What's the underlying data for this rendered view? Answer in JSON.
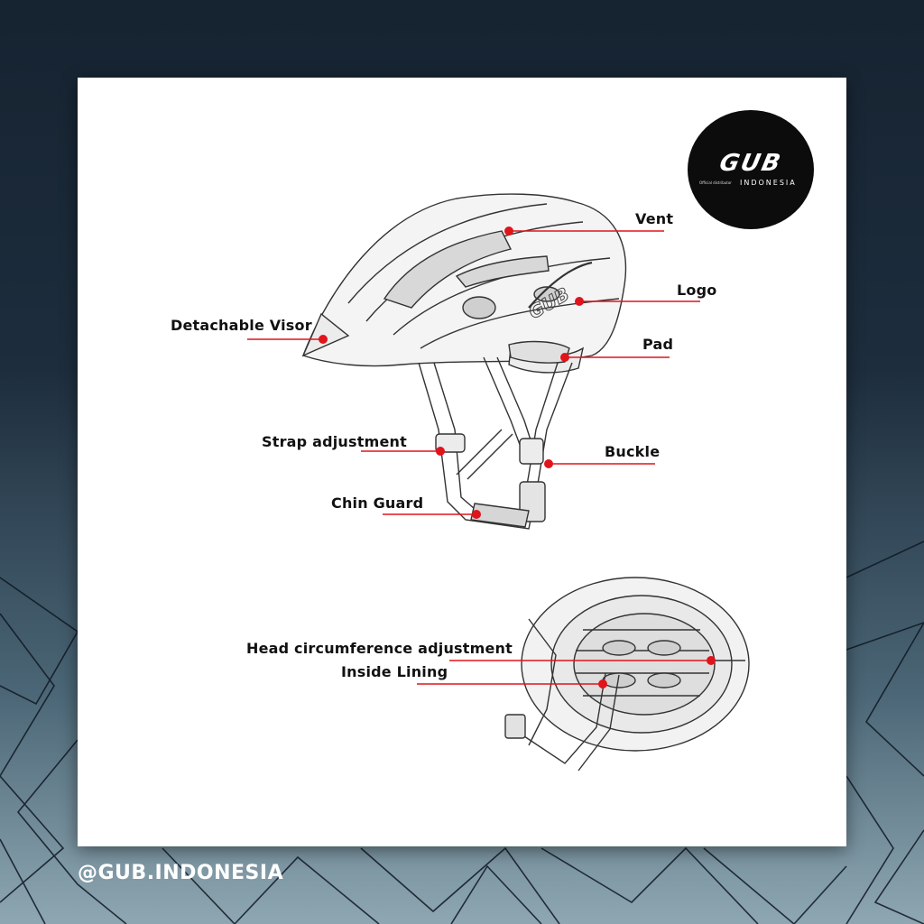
{
  "brand": {
    "logo_text": "GUB",
    "logo_subtext": "INDONESIA",
    "logo_small_text": "Official distributor",
    "watermark": "@GUB.INDONESIA"
  },
  "colors": {
    "background": "#1d2d3d",
    "card": "#ffffff",
    "callout_line": "#e0141b",
    "logo_bg": "#0c0c0c"
  },
  "callouts": {
    "vent": "Vent",
    "logo": "Logo",
    "detachable_visor": "Detachable Visor",
    "pad": "Pad",
    "strap_adjustment": "Strap adjustment",
    "buckle": "Buckle",
    "chin_guard": "Chin Guard",
    "head_circumference_adjustment": "Head circumference adjustment",
    "inside_lining": "Inside Lining"
  }
}
